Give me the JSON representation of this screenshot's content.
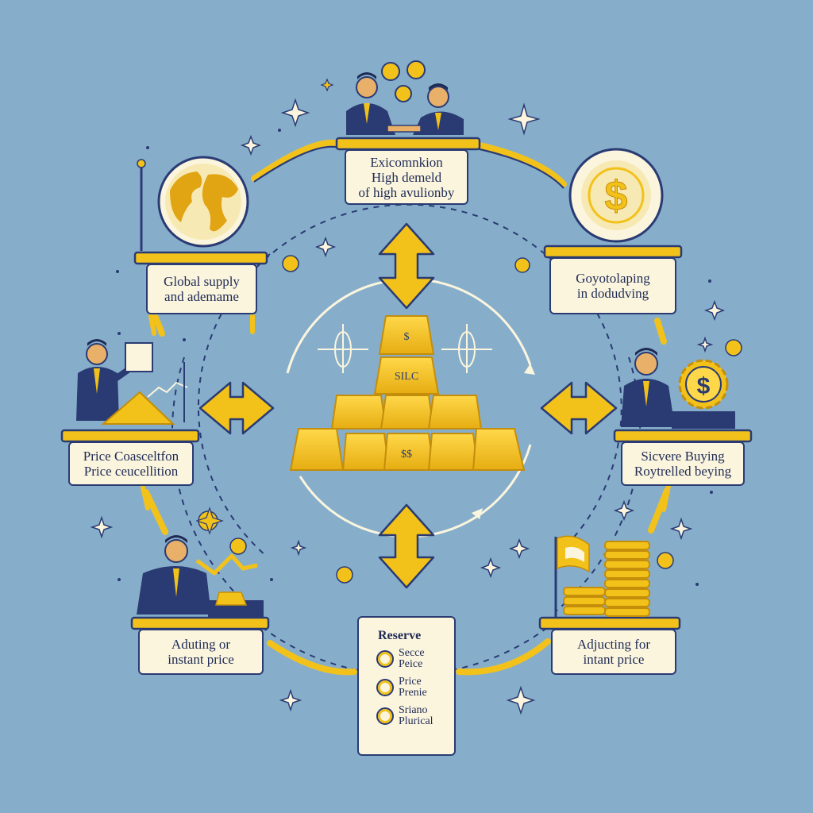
{
  "nodes": {
    "top": {
      "lines": [
        "Exicomnkion",
        "High demeld",
        "of high avulionby"
      ]
    },
    "left_upper": {
      "lines": [
        "Global supply",
        "and ademame"
      ]
    },
    "right_upper": {
      "lines": [
        "Goyotolaping",
        "in dodudving"
      ]
    },
    "left_mid": {
      "lines": [
        "Price Coasceltfon",
        "Price ceucellition"
      ]
    },
    "right_mid": {
      "lines": [
        "Sicvere Buying",
        "Roytrelled beying"
      ]
    },
    "left_low": {
      "lines": [
        "Aduting or",
        "instant price"
      ]
    },
    "right_low": {
      "lines": [
        "Adjucting for",
        "intant price"
      ]
    }
  },
  "reserve": {
    "title": "Reserve",
    "items": [
      {
        "lines": [
          "Secce",
          "Peice"
        ]
      },
      {
        "lines": [
          "Price",
          "Prenie"
        ]
      },
      {
        "lines": [
          "Sriano",
          "Plurical"
        ]
      }
    ]
  },
  "gold_bars": {
    "top_bar": "$",
    "middle_bar": "SILC",
    "bottom_bar": "$$"
  },
  "icons": {
    "coin_symbol": "$",
    "globe": "globe-icon",
    "dollar_coin": "dollar-coin-icon",
    "gear_coin": "gear-coin-icon"
  },
  "colors": {
    "background": "#86aecb",
    "gold": "#f2c21b",
    "gold_dark": "#d9a514",
    "navy": "#2a3b73",
    "card": "#fbf5de"
  }
}
